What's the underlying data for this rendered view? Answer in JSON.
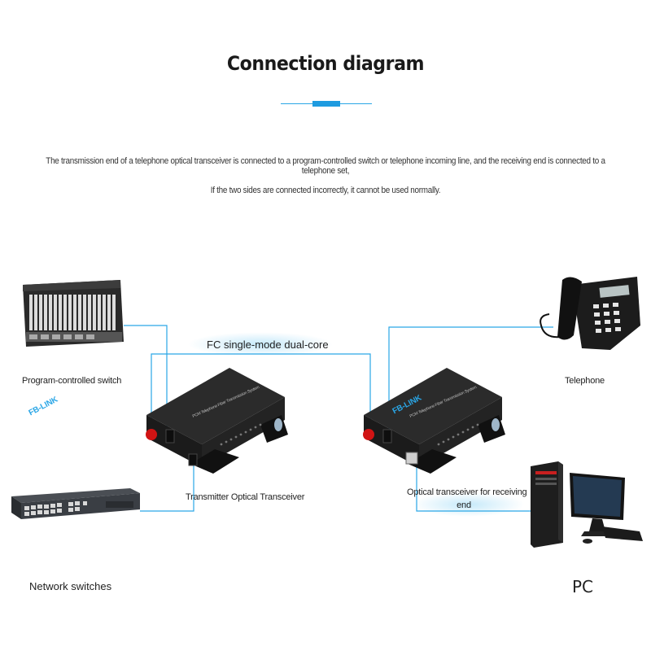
{
  "header": {
    "title": "Connection diagram",
    "description_line1": "The transmission end of a telephone optical transceiver is connected to a program-controlled switch or telephone incoming line, and the receiving end is connected to a telephone set,",
    "description_line2": "If the two sides are connected incorrectly, it cannot be used normally."
  },
  "labels": {
    "fiber": "FC single-mode dual-core",
    "program_switch": "Program-controlled switch",
    "telephone": "Telephone",
    "transmitter": "Transmitter Optical Transceiver",
    "receiver_line1": "Optical transceiver for receiving",
    "receiver_line2": "end",
    "network_switches": "Network switches",
    "pc": "PC"
  },
  "devices": {
    "brand": "FB-LINK",
    "panel_text": "PCM Telephone Fiber Transmission System"
  },
  "colors": {
    "wire": "#2aa6e6",
    "accent": "#1e9be0",
    "device_body": "#1b1b1b"
  },
  "icons": {
    "program_switch": "server-rack-icon",
    "network_switch": "network-switch-icon",
    "telephone": "desk-phone-icon",
    "pc": "desktop-pc-icon",
    "transceiver": "optical-transceiver-icon"
  }
}
